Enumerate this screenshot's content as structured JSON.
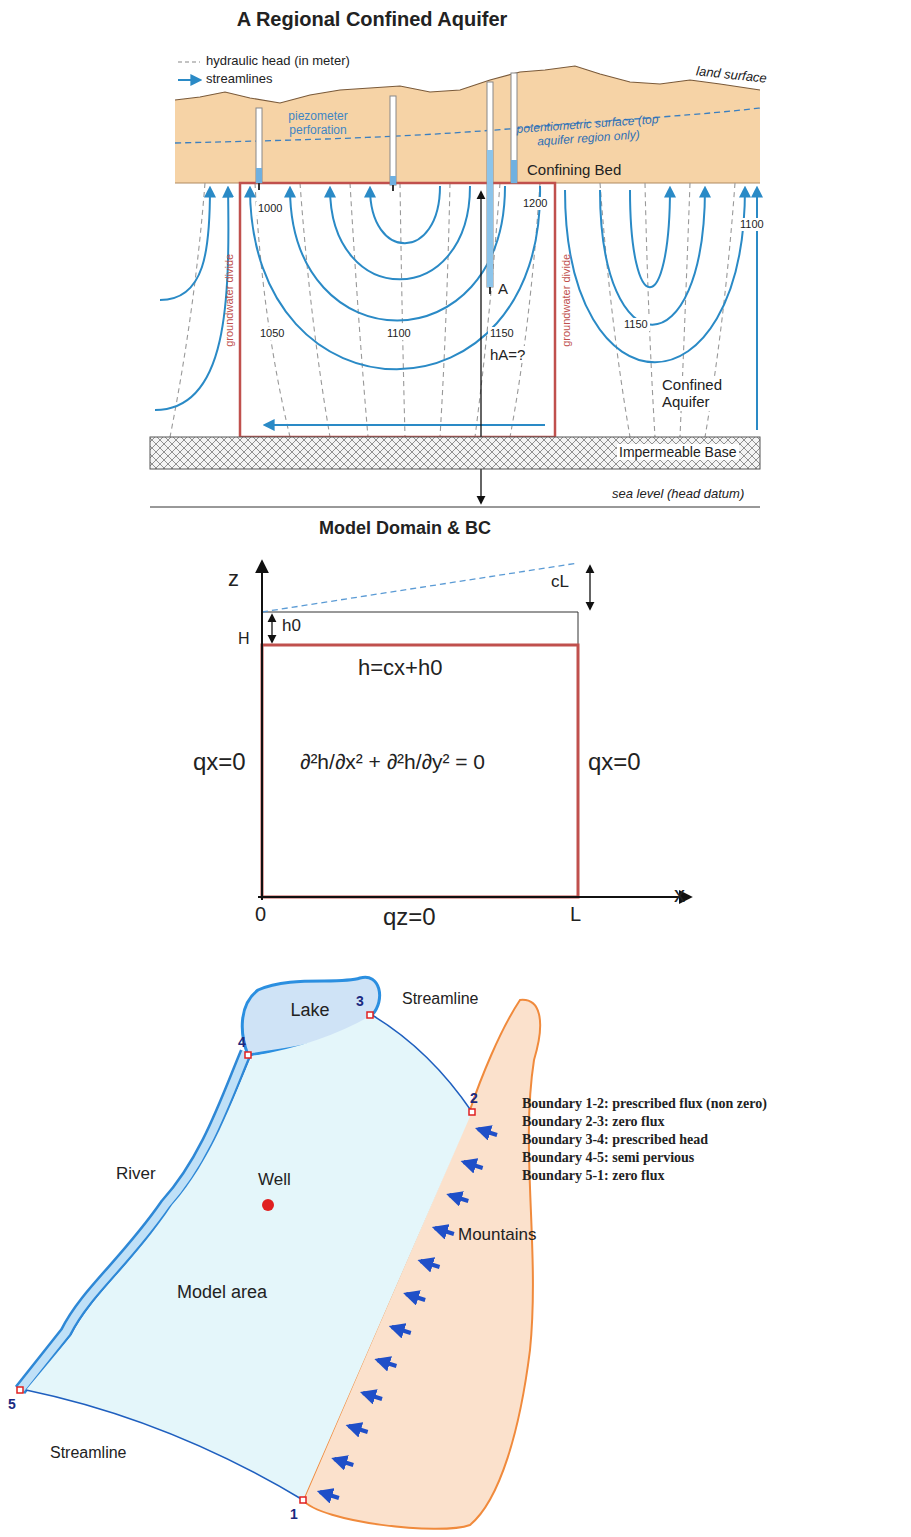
{
  "diagram": {
    "title": "A Regional Confined Aquifer",
    "nodes": [
      {
        "text": [
          "Lake"
        ]
      },
      {
        "text": [
          "Model area"
        ]
      }
    ],
    "labels": [
      "land surface",
      "piezometer perforation",
      "potentiometric surface (top aquifer region only)",
      "Confining Bed",
      "1000",
      "1200",
      "1100",
      "groundwater divide",
      "A",
      "1050",
      "1100",
      "1150",
      "groundwater divide",
      "1150",
      "hA=?",
      "Confined Aquifer",
      "Impermeable Base",
      "sea level (head datum)",
      "Model Domain & BC",
      "z",
      "cL",
      "h0",
      "H",
      "h=cx+h0",
      "qx=0",
      "∂²h/∂x² + ∂²h/∂y² = 0",
      "qx=0",
      "0",
      "qz=0",
      "L",
      "x",
      "3",
      "Streamline",
      "4",
      "2",
      "Boundary 1-2: prescribed flux (non zero)",
      "Boundary 2-3: zero flux",
      "Boundary 3-4: prescribed head",
      "Boundary 4-5: semi pervious",
      "Boundary 5-1: zero flux",
      "River",
      "Well",
      "Mountains",
      "5",
      "Streamline",
      "1"
    ],
    "legend": [
      {
        "text": "hydraulic head (in meter)"
      },
      {
        "text": "streamlines"
      }
    ]
  }
}
